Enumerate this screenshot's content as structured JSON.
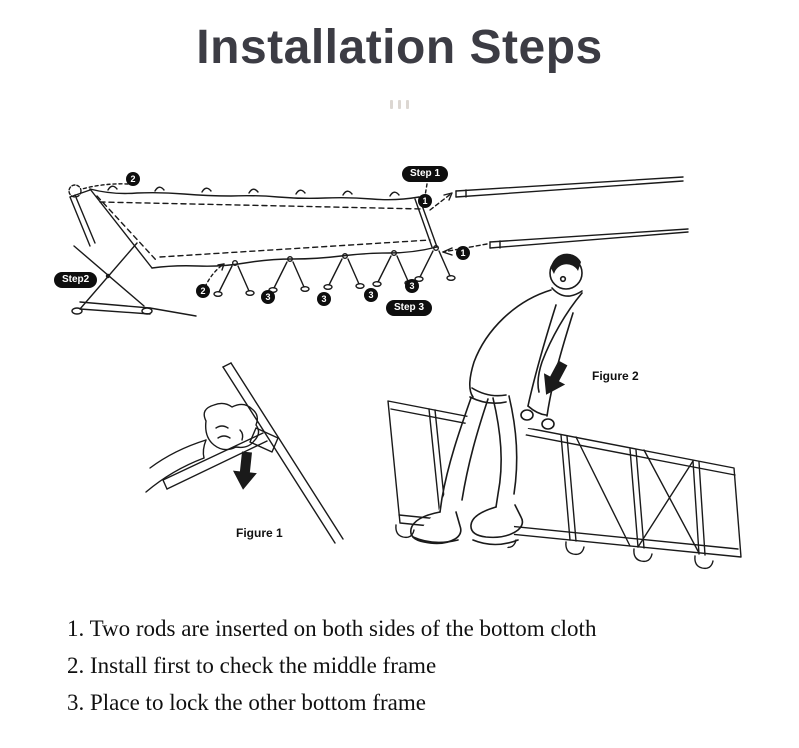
{
  "title": "Installation Steps",
  "badges": {
    "step1": "Step 1",
    "step2": "Step2",
    "step3": "Step 3"
  },
  "markers": {
    "m1": "1",
    "m2": "2",
    "m3": "3"
  },
  "figures": {
    "fig1": "Figure 1",
    "fig2": "Figure 2"
  },
  "instructions": [
    "1. Two rods are inserted on both sides of the bottom cloth",
    "2. Install first to check the middle frame",
    "3. Place to lock the other bottom frame"
  ],
  "colors": {
    "ink": "#1a1a1a",
    "title_text": "#3c3c44",
    "badge_bg": "#0e0e0e",
    "badge_text": "#ffffff",
    "ornament": "#dcd7d2",
    "background": "#ffffff"
  }
}
